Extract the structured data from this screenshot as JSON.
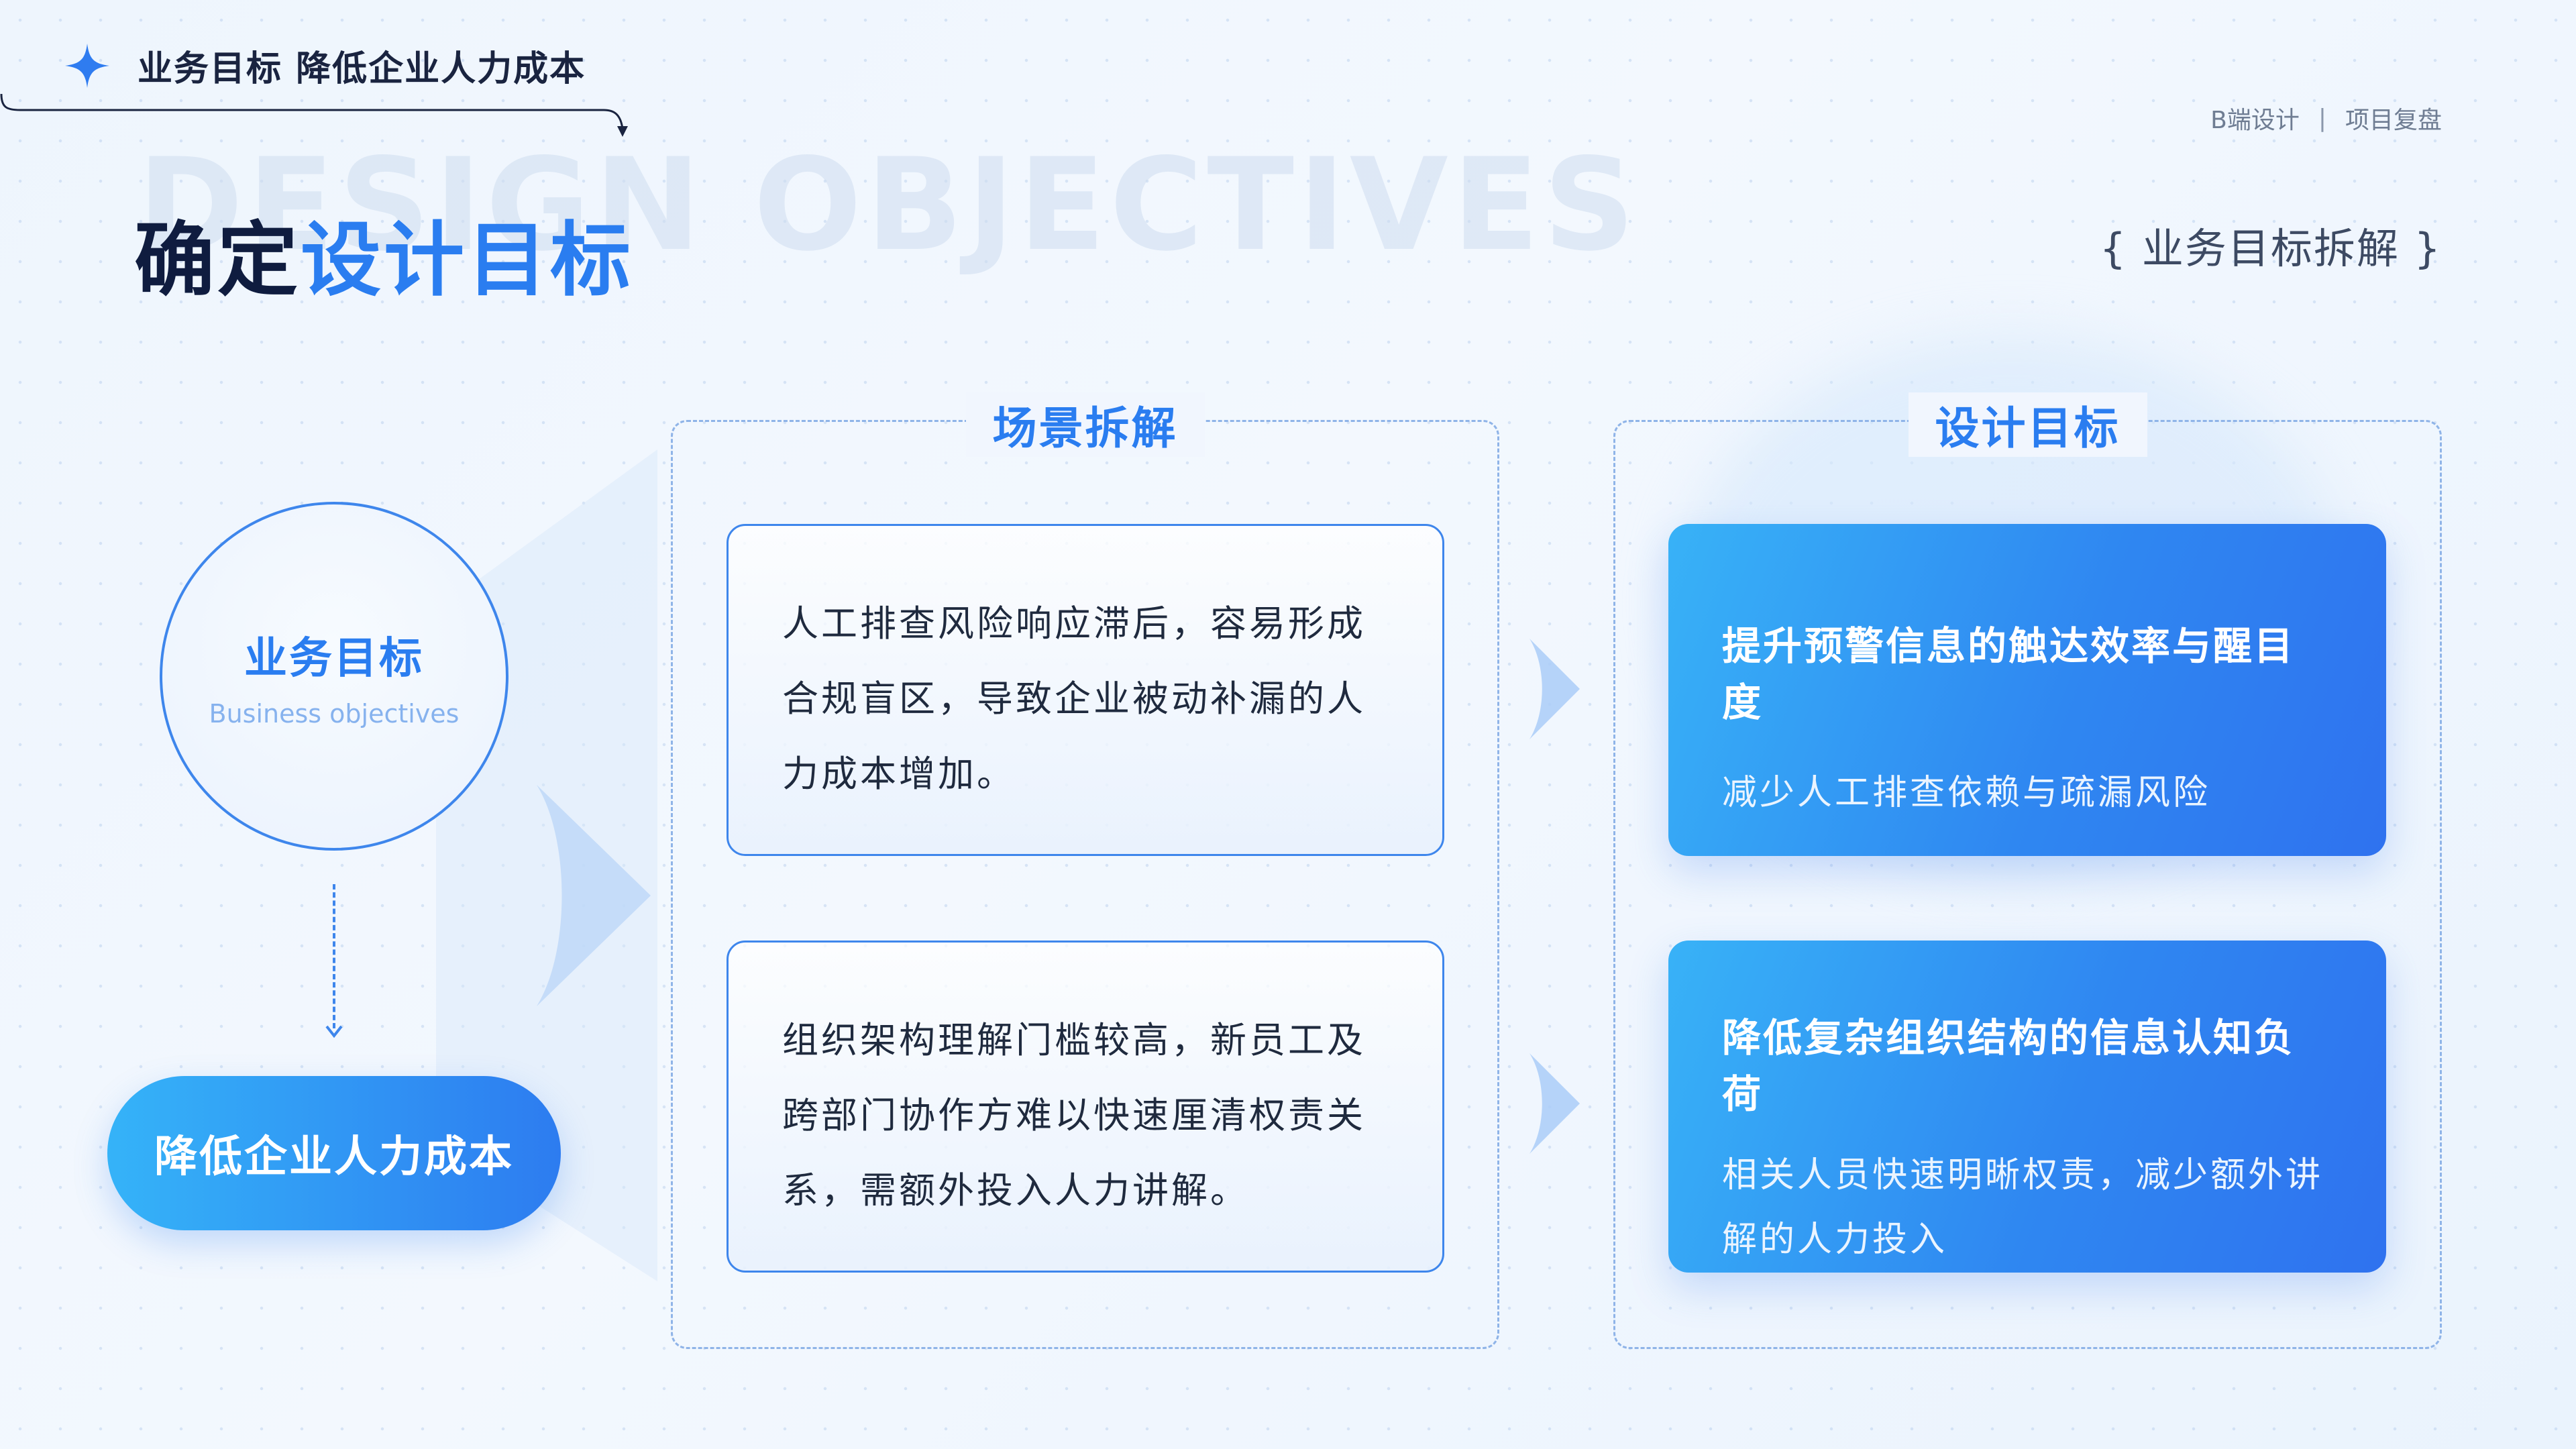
{
  "header": {
    "tag_title": "业务目标 降低企业人力成本",
    "nav_left": "B端设计",
    "nav_sep": "|",
    "nav_right": "项目复盘",
    "watermark": "DESIGN OBJECTIVES",
    "title_dark": "确定",
    "title_blue": "设计目标",
    "breakdown": "{ 业务目标拆解 }"
  },
  "objective": {
    "title": "业务目标",
    "subtitle": "Business objectives",
    "result": "降低企业人力成本"
  },
  "scene_panel": {
    "label": "场景拆解",
    "cards": [
      {
        "text": "人工排查风险响应滞后，容易形成合规盲区，导致企业被动补漏的人力成本增加。"
      },
      {
        "text": "组织架构理解门槛较高，新员工及跨部门协作方难以快速厘清权责关系，需额外投入人力讲解。"
      }
    ]
  },
  "goal_panel": {
    "label": "设计目标",
    "cards": [
      {
        "title": "提升预警信息的触达效率与醒目度",
        "desc": "减少人工排查依赖与疏漏风险"
      },
      {
        "title": "降低复杂组织结构的信息认知负荷",
        "desc": "相关人员快速明晰权责，减少额外讲解的人力投入"
      }
    ]
  },
  "colors": {
    "accent": "#2a7df0",
    "dark": "#0f1c3f",
    "card_gradient_start": "#38b2f7",
    "card_gradient_end": "#2f72ef"
  }
}
